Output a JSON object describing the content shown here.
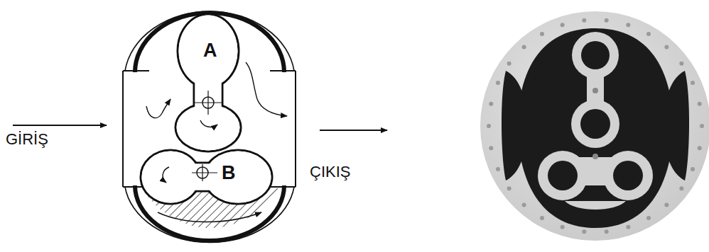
{
  "diagram": {
    "labels": [
      "GİRİŞ",
      "A",
      "B",
      "ÇIKIŞ"
    ]
  }
}
